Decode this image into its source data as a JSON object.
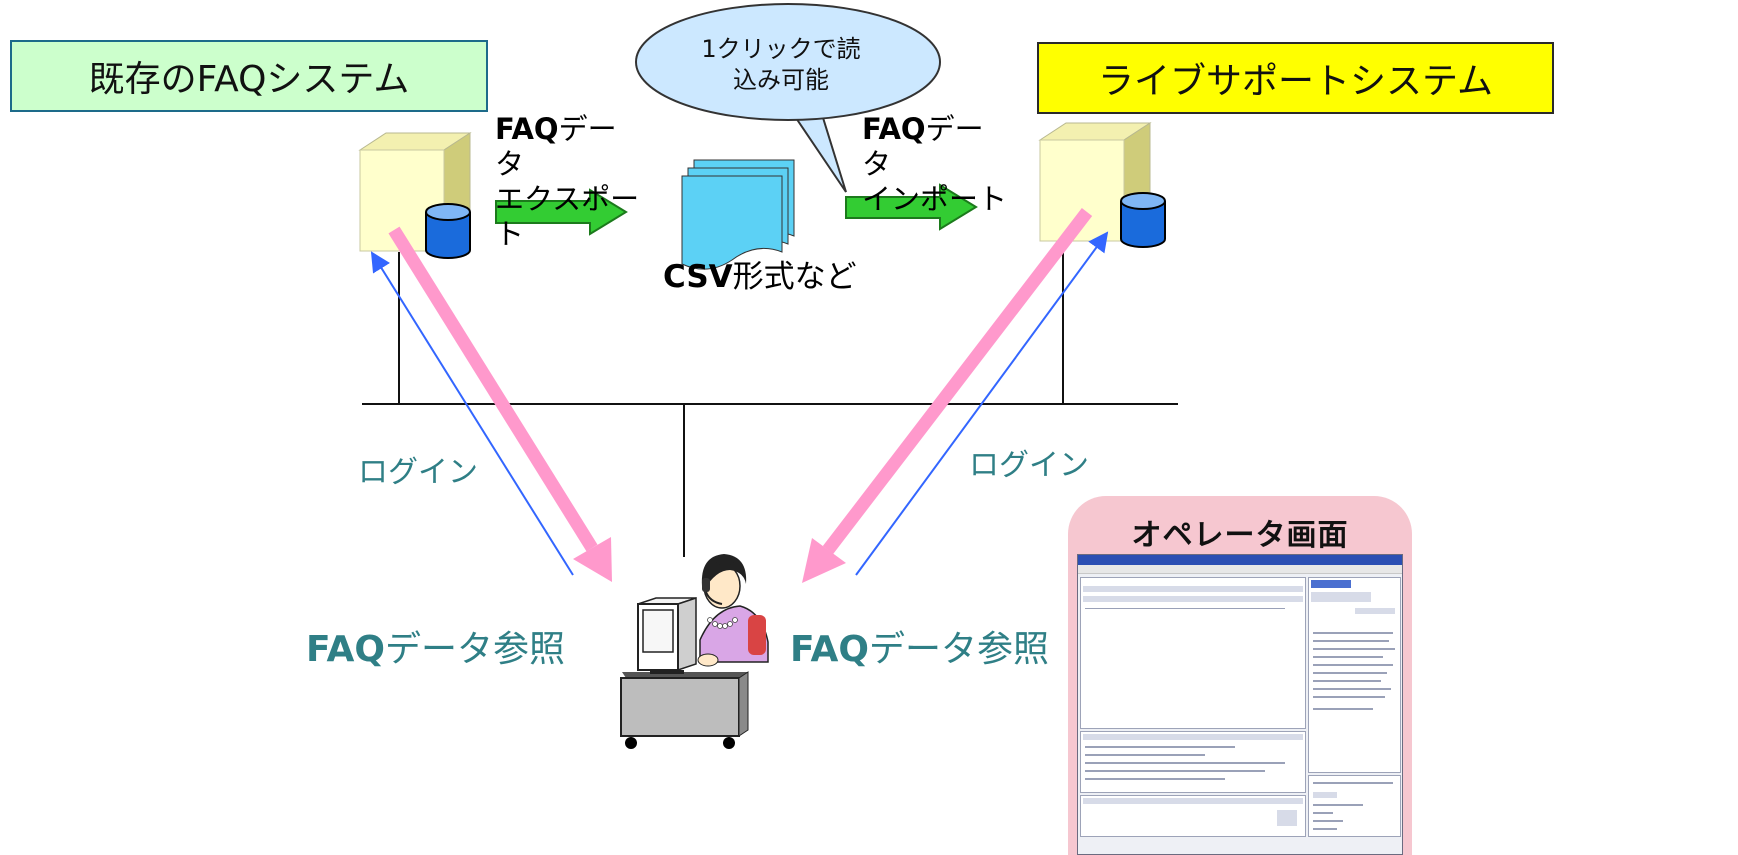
{
  "diagram": {
    "existing_system": "既存のFAQシステム",
    "live_support_system": "ライブサポートシステム",
    "balloon": [
      "1クリックで読",
      "込み可能"
    ],
    "export_label": {
      "line1_bold": "FAQ",
      "line1_rest": "データ",
      "line2": "エクスポー",
      "line3": "ト"
    },
    "import_label": {
      "line1_bold": "FAQ",
      "line1_rest": "データ",
      "line2": "インポート"
    },
    "csv_label": {
      "bold": "CSV",
      "rest": "形式など"
    },
    "login_left": "ログイン",
    "login_right": "ログイン",
    "ref_left": {
      "bold": "FAQ",
      "rest": "データ参照"
    },
    "ref_right": {
      "bold": "FAQ",
      "rest": "データ参照"
    },
    "operator_screen_title": "オペレータ画面"
  },
  "colors": {
    "existing_fill": "#ccffcc",
    "live_fill": "#ffff00",
    "balloon_fill": "#cce8ff",
    "arrow_green": "#33cc33",
    "arrow_pink": "#ff99cc",
    "login_line": "#3366ff",
    "label_teal": "#2f7f86",
    "card_pink": "#f6c7d0"
  },
  "icons": [
    "server-icon",
    "database-icon",
    "document-stack-icon",
    "operator-person-icon",
    "desk-icon",
    "monitor-icon"
  ]
}
